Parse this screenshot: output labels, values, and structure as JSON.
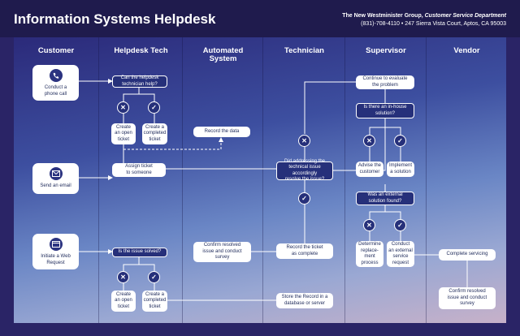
{
  "header": {
    "title": "Information Systems Helpdesk",
    "company": "The New Westminister Group,",
    "department": "Customer Service Department",
    "contact": "(831)-708-4110 • 247 Sierra Vista Court, Aptos, CA 95003"
  },
  "lanes": [
    "Customer",
    "Helpdesk Tech",
    "Automated\nSystem",
    "Technician",
    "Supervisor",
    "Vendor"
  ],
  "nodes": {
    "conduct_call": "Conduct a\nphone call",
    "send_email": "Send an email",
    "initiate_web": "Initiate a Web\nRequest",
    "q_tech_help": "Can the helpdesk\ntechnician help?",
    "open_ticket_1": "Create\nan open\nticket",
    "completed_ticket_1": "Create a\ncompleted\nticket",
    "assign_ticket": "Assign ticket\nto someone",
    "q_issue_solved": "Is the issue solved?",
    "open_ticket_2": "Create\nan open\nticket",
    "completed_ticket_2": "Create a\ncompleted\nticket",
    "record_data": "Record the data",
    "confirm_resolved_1": "Confirm resolved\nissue and conduct\nsurvey",
    "q_addressing": "Did addressing the\ntechnical issue accordingly\nresolve the issue?",
    "record_ticket": "Record the ticket\nas complete",
    "store_record": "Store the Record in a\ndatabase or server",
    "continue_eval": "Continue to evaluate\nthe problem",
    "q_inhouse": "Is there an in-house\nsolution?",
    "advise_customer": "Advise the\ncustomer",
    "implement_solution": "Implement\na solution",
    "q_external": "Was an external\nsolution found?",
    "determine_process": "Determine\nreplace-\nment\nprocess",
    "conduct_external": "Conduct\nan external\nservice\nrequest",
    "complete_servicing": "Complete servicing",
    "confirm_resolved_2": "Confirm resolved\nissue and conduct\nsurvey"
  },
  "marks": {
    "no": "✕",
    "yes": "✓"
  },
  "colors": {
    "header_bg": "#1f1b4d",
    "decision_bg": "#26307a",
    "icon_bg": "#2b3380"
  }
}
